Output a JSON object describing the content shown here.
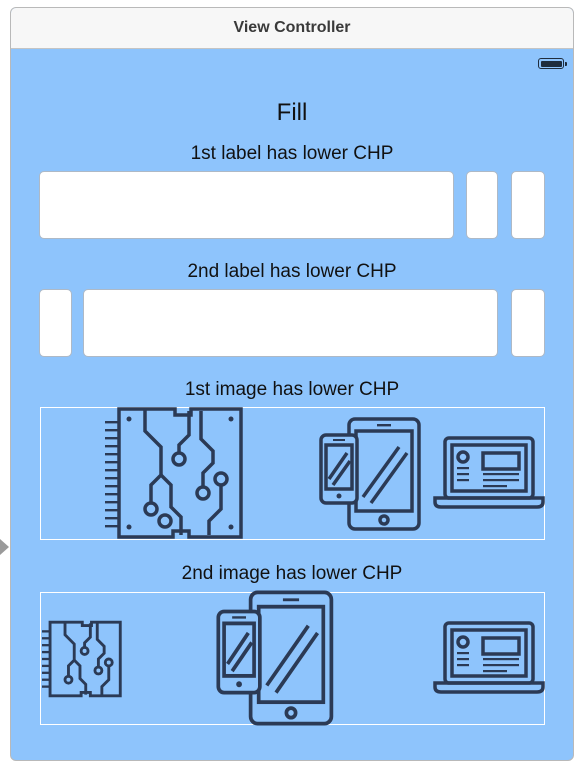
{
  "window": {
    "title": "View Controller"
  },
  "icons": {
    "battery": "battery-icon",
    "circuit": "circuit-board-icon",
    "devices": "phone-tablet-icon",
    "laptop": "laptop-icon",
    "entry": "entry-point-arrow-icon"
  },
  "headings": {
    "fill": "Fill",
    "label1": "1st label has lower CHP",
    "label2": "2nd label has lower CHP",
    "image1": "1st image has lower CHP",
    "image2": "2nd image has lower CHP"
  },
  "colors": {
    "background": "#8EC4FC",
    "label_fill": "#FFFFFF",
    "icon_stroke": "#2B3A55"
  }
}
